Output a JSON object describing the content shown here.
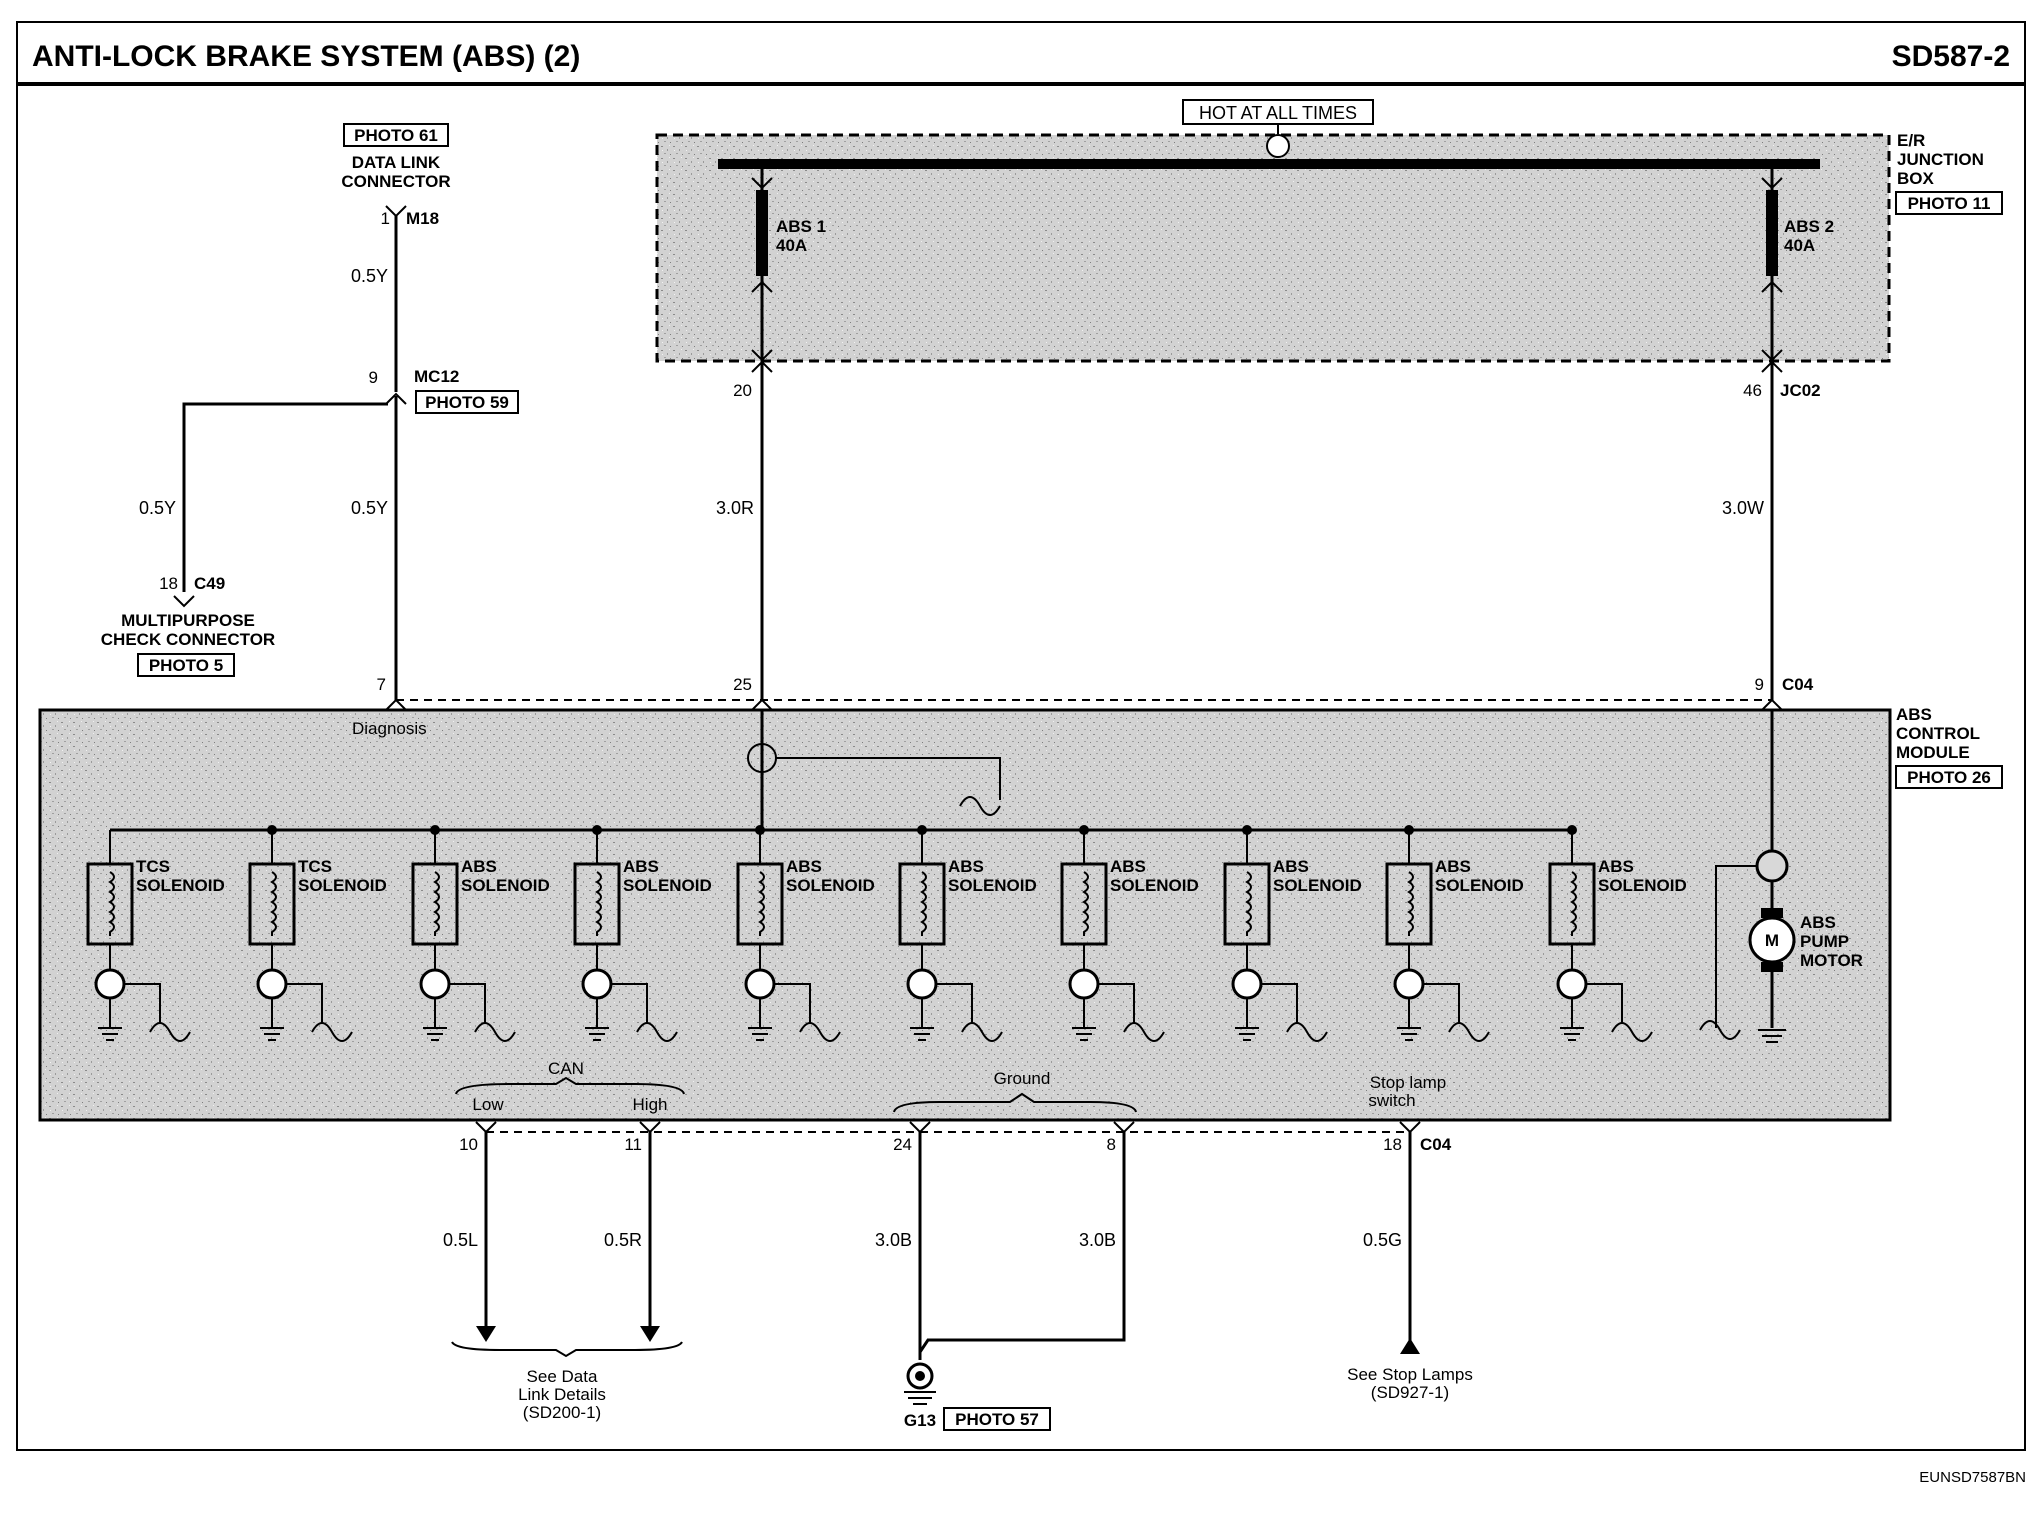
{
  "header": {
    "title": "ANTI-LOCK BRAKE SYSTEM (ABS) (2)",
    "page_code": "SD587-2"
  },
  "footer": {
    "code": "EUNSD7587BN"
  },
  "power": {
    "hot_label": "HOT AT ALL TIMES"
  },
  "junction_box": {
    "label_lines": [
      "E/R",
      "JUNCTION",
      "BOX"
    ],
    "photo": "PHOTO 11",
    "fuses": [
      {
        "name": "ABS 1",
        "rating": "40A"
      },
      {
        "name": "ABS 2",
        "rating": "40A"
      }
    ]
  },
  "data_link": {
    "photo": "PHOTO 61",
    "label_lines": [
      "DATA LINK",
      "CONNECTOR"
    ],
    "pin": "1",
    "connector": "M18",
    "wire": "0.5Y"
  },
  "mc12": {
    "pin": "9",
    "connector": "MC12",
    "photo": "PHOTO 59"
  },
  "wires_upper": {
    "diag_left": "0.5Y",
    "diag_main": "0.5Y",
    "abs1": "3.0R",
    "abs2": "3.0W"
  },
  "multipurpose": {
    "pin": "18",
    "connector": "C49",
    "label_lines": [
      "MULTIPURPOSE",
      "CHECK CONNECTOR"
    ],
    "photo": "PHOTO 5"
  },
  "jb_pins": {
    "left": "20",
    "right": "46",
    "connector": "JC02"
  },
  "module": {
    "label_lines": [
      "ABS",
      "CONTROL",
      "MODULE"
    ],
    "photo": "PHOTO 26",
    "diagnosis": "Diagnosis",
    "top_pins": {
      "diag": "7",
      "power": "25",
      "motor": "9",
      "connector": "C04"
    },
    "solenoids": [
      {
        "type": "TCS",
        "word": "SOLENOID"
      },
      {
        "type": "TCS",
        "word": "SOLENOID"
      },
      {
        "type": "ABS",
        "word": "SOLENOID"
      },
      {
        "type": "ABS",
        "word": "SOLENOID"
      },
      {
        "type": "ABS",
        "word": "SOLENOID"
      },
      {
        "type": "ABS",
        "word": "SOLENOID"
      },
      {
        "type": "ABS",
        "word": "SOLENOID"
      },
      {
        "type": "ABS",
        "word": "SOLENOID"
      },
      {
        "type": "ABS",
        "word": "SOLENOID"
      },
      {
        "type": "ABS",
        "word": "SOLENOID"
      }
    ],
    "motor": {
      "symbol": "M",
      "label_lines": [
        "ABS",
        "PUMP",
        "MOTOR"
      ]
    },
    "can": {
      "label": "CAN",
      "low": "Low",
      "high": "High"
    },
    "ground_label": "Ground",
    "stop_label_lines": [
      "Stop lamp",
      "switch"
    ]
  },
  "bottom": {
    "pins": {
      "can_low": "10",
      "can_high": "11",
      "gnd_a": "24",
      "gnd_b": "8",
      "stop": "18",
      "connector": "C04"
    },
    "wires": {
      "can_low": "0.5L",
      "can_high": "0.5R",
      "gnd_a": "3.0B",
      "gnd_b": "3.0B",
      "stop": "0.5G"
    },
    "data_link_ref": [
      "See Data",
      "Link Details",
      "(SD200-1)"
    ],
    "ground": {
      "id": "G13",
      "photo": "PHOTO 57"
    },
    "stop_ref": [
      "See Stop Lamps",
      "(SD927-1)"
    ]
  }
}
